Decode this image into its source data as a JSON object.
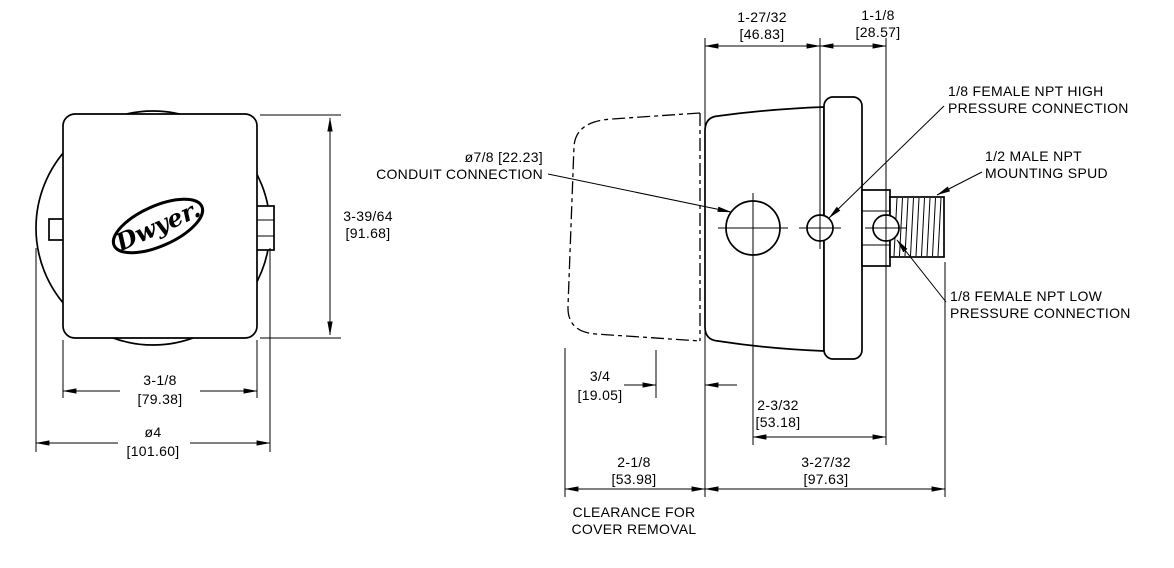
{
  "logo_text": "Dwyer.",
  "front_view": {
    "height_dim": {
      "value": "3-39/64",
      "metric": "[91.68]"
    },
    "width_dim": {
      "value": "3-1/8",
      "metric": "[79.38]"
    },
    "diameter_dim": {
      "value": "ø4",
      "metric": "[101.60]"
    }
  },
  "side_view": {
    "cover_depth_dim": {
      "value": "1-27/32",
      "metric": "[46.83]"
    },
    "spud_depth_dim": {
      "value": "1-1/8",
      "metric": "[28.57]"
    },
    "conduit_callout": {
      "line1": "ø7/8 [22.23]",
      "line2": "CONDUIT CONNECTION"
    },
    "high_pressure_callout": {
      "line1": "1/8 FEMALE NPT HIGH",
      "line2": "PRESSURE CONNECTION"
    },
    "mounting_spud_callout": {
      "line1": "1/2 MALE NPT",
      "line2": "MOUNTING SPUD"
    },
    "low_pressure_callout": {
      "line1": "1/8 FEMALE NPT LOW",
      "line2": "PRESSURE CONNECTION"
    },
    "cover_gap_dim": {
      "value": "3/4",
      "metric": "[19.05]"
    },
    "conduit_to_port_dim": {
      "value": "2-3/32",
      "metric": "[53.18]"
    },
    "clearance_dim": {
      "value": "2-1/8",
      "metric": "[53.98]"
    },
    "clearance_note": {
      "line1": "CLEARANCE FOR",
      "line2": "COVER REMOVAL"
    },
    "overall_depth_dim": {
      "value": "3-27/32",
      "metric": "[97.63]"
    }
  }
}
